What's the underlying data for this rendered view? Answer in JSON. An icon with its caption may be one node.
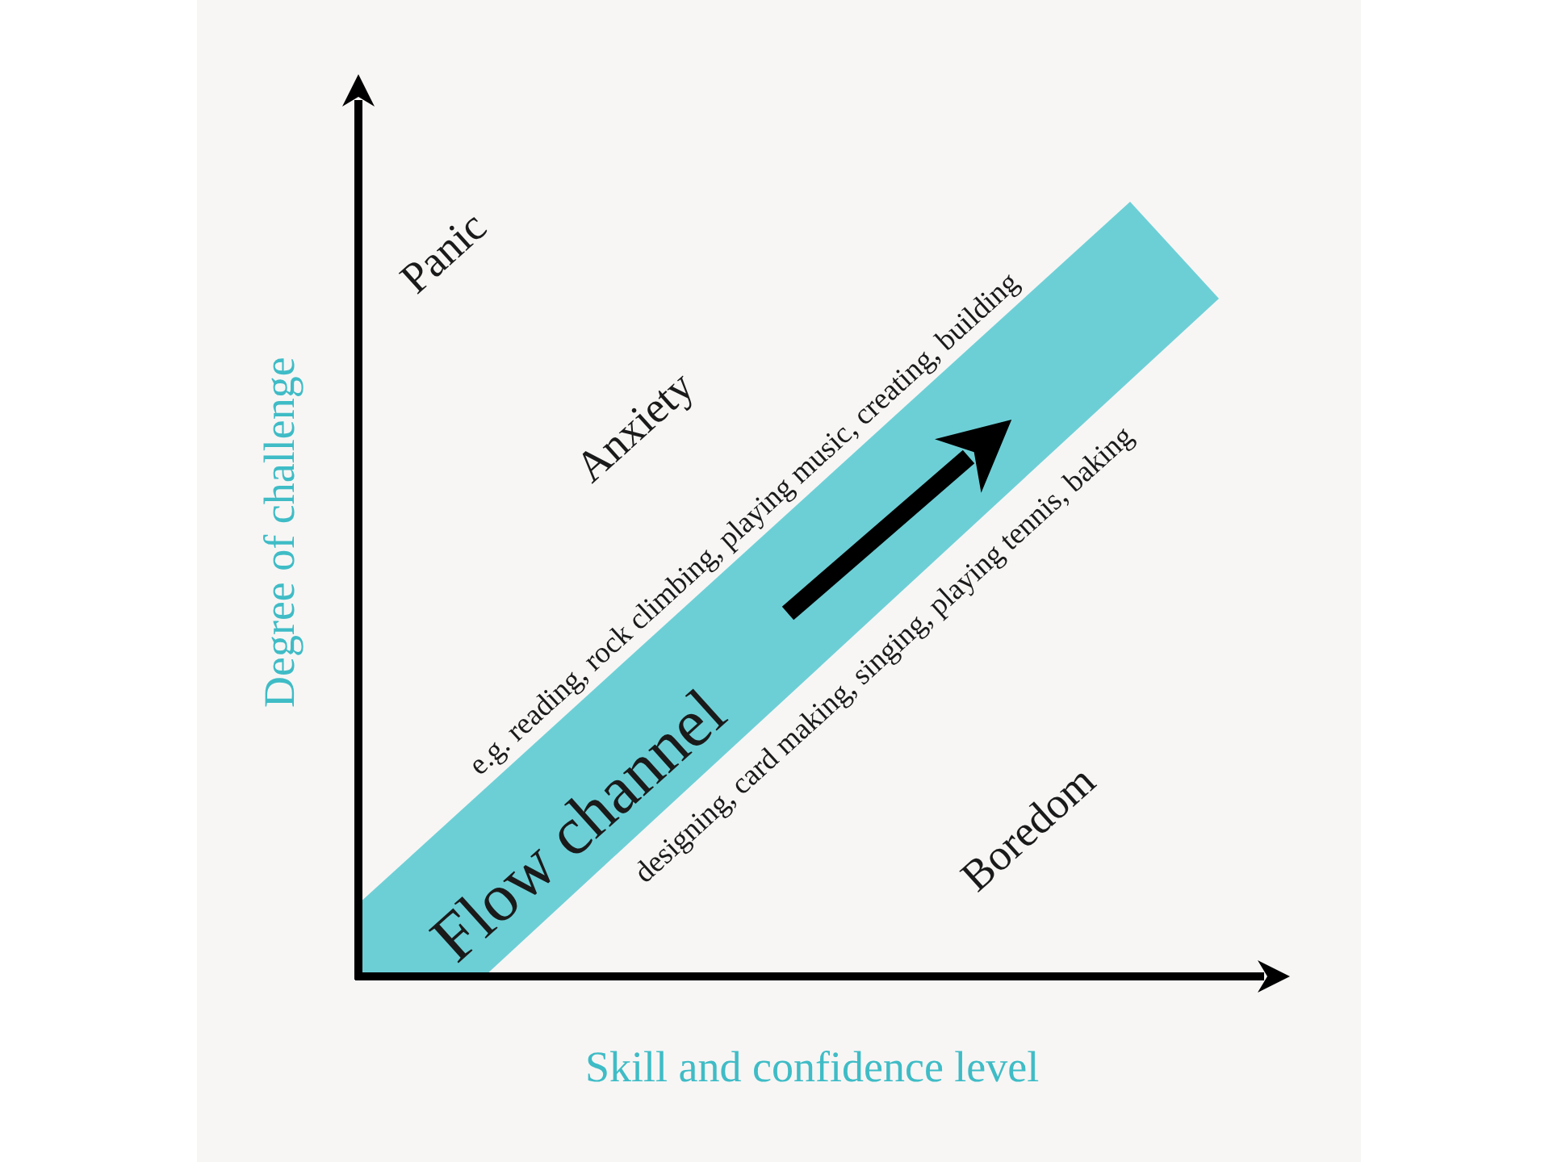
{
  "diagram": {
    "nodes": [
      {
        "text": [
          "Flow channel"
        ]
      }
    ],
    "labels": [
      "Panic",
      "Anxiety",
      "e.g. reading, rock climbing, playing music, creating, building",
      "designing, card making, singing, playing tennis, baking",
      "Boredom",
      "Degree of challenge",
      "Skill and confidence level"
    ]
  }
}
